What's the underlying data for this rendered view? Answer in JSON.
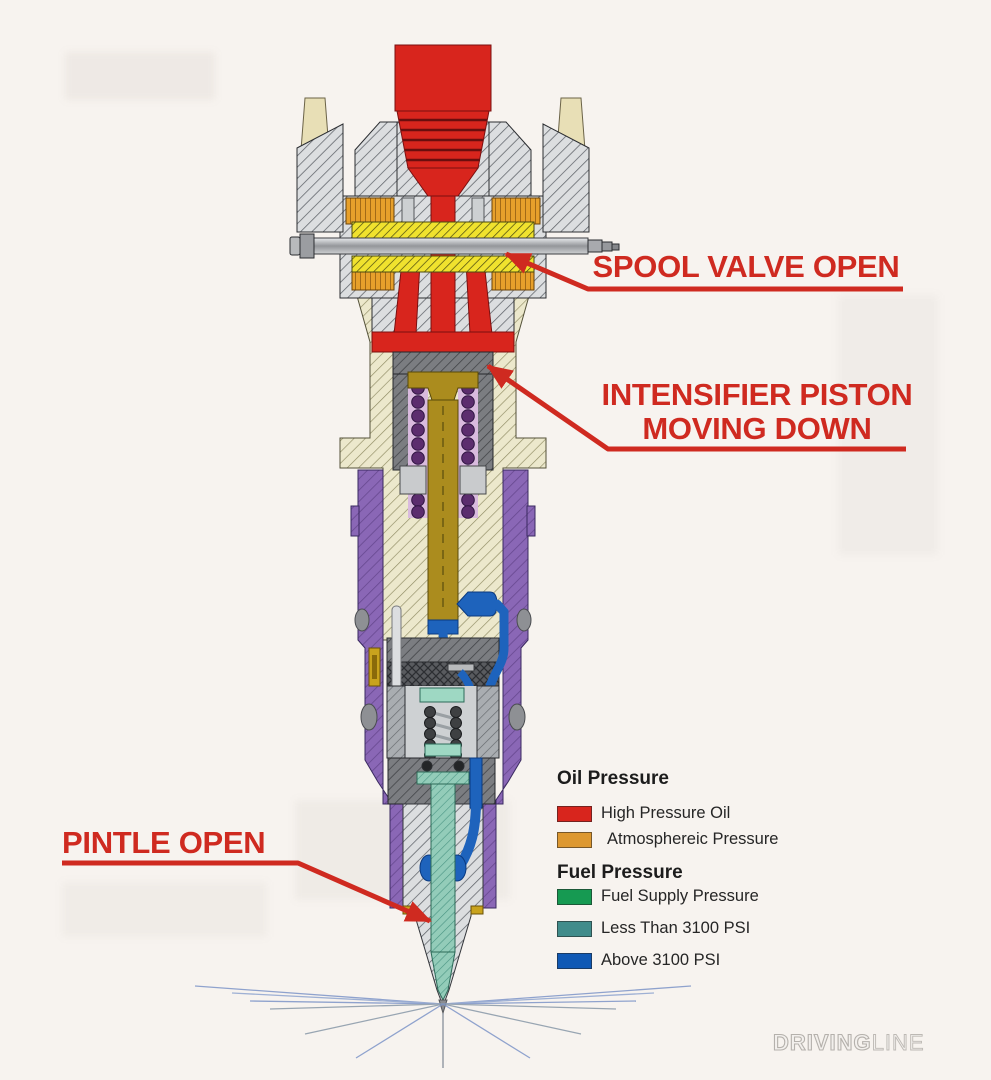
{
  "callouts": {
    "spool_valve": "SPOOL VALVE OPEN",
    "intensifier_line1": "INTENSIFIER PISTON",
    "intensifier_line2": "MOVING DOWN",
    "pintle": "PINTLE OPEN",
    "accent_color": "#cf2a20"
  },
  "legend": {
    "oil_title": "Oil Pressure",
    "fuel_title": "Fuel Pressure",
    "oil_items": [
      {
        "label": "High Pressure Oil",
        "color": "#d8251d"
      },
      {
        "label": "Atmosphereic Pressure",
        "color": "#dd9831"
      }
    ],
    "fuel_items": [
      {
        "label": "Fuel Supply Pressure",
        "color": "#169a52"
      },
      {
        "label": "Less Than 3100 PSI",
        "color": "#418c8b"
      },
      {
        "label": "Above 3100 PSI",
        "color": "#1059b5"
      }
    ]
  },
  "watermark": {
    "part1": "DRIVING",
    "part2": "LINE"
  }
}
